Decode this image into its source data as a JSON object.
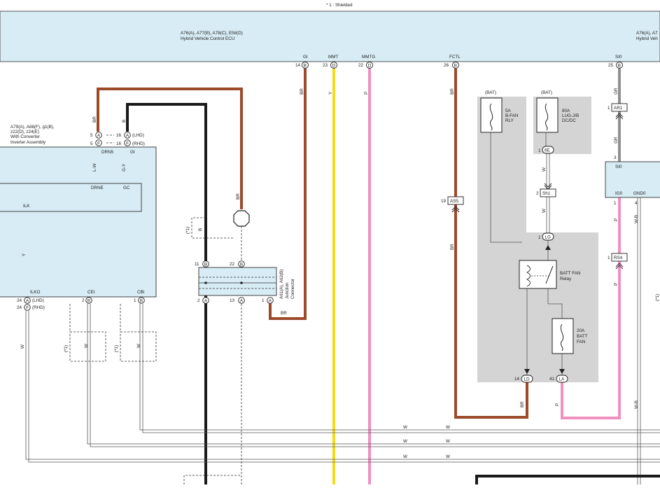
{
  "header": {
    "note": "* 1 : Shielded"
  },
  "ecu": {
    "codes": "A76(A), A77(B), A78(C), E58(D)",
    "name": "Hybrid Vehicle Control ECU",
    "codes_right": "A76(A), A7",
    "name_right": "Hybrid Veh",
    "pins": [
      {
        "label": "GI",
        "num": "14",
        "conn": "B"
      },
      {
        "label": "MMT",
        "num": "23",
        "conn": "D"
      },
      {
        "label": "MMTG",
        "num": "22",
        "conn": "D"
      },
      {
        "label": "FCTL",
        "num": "26",
        "conn": "B"
      },
      {
        "label": "SI0",
        "num": "25",
        "conn": "B"
      }
    ]
  },
  "inverter": {
    "codes": "A79(A), A88(F), g1(B),",
    "codes2": "z22(D), z24(E)",
    "name1": "With Converter",
    "name2": "Inverter Assembly",
    "drn5": "DRN5",
    "gi": "GI",
    "drne": "DRNE",
    "gc": "GC",
    "ilk": "ILK",
    "ilko": "ILKO",
    "cei": "CEI",
    "cbi": "CBI"
  },
  "inverter_pins": {
    "a5": "5",
    "a5c": "A",
    "f5": "5",
    "f5c": "F",
    "a16": "16",
    "a16c": "A",
    "lhd": "(LHD)",
    "f16": "16",
    "f16c": "F",
    "rhd": "(RHD)",
    "b24a": "24",
    "b24ac": "A",
    "b24f": "24",
    "b24fc": "F",
    "cei_num": "2",
    "cei_c": "B",
    "cbi_num": "1",
    "cbi_c": "B"
  },
  "junction": {
    "codes": "A61(A), A62(B)",
    "name1": "Junction",
    "name2": "Connector",
    "p11": "11",
    "p22": "22",
    "p2": "2",
    "p13": "13",
    "p1": "1",
    "cb": "B",
    "ca": "A"
  },
  "relay_area": {
    "bat1": "(BAT)",
    "bat2": "(BAT)",
    "fuse5a_1": "5A",
    "fuse5a_2": "B-FAN",
    "fuse5a_3": "RLY",
    "fuse80a_1": "80A",
    "fuse80a_2": "LUG-J/B",
    "fuse80a_3": "DC/DC",
    "relay1": "BATT FAN",
    "relay2": "Relay",
    "fuse20a_1": "20A",
    "fuse20a_2": "BATT",
    "fuse20a_3": "FAN",
    "c6e_n": "1",
    "c6e": "6E",
    "sh1_n": "2",
    "sh1": "Sh1",
    "lg_n": "1",
    "lg": "LG",
    "ld_n": "14",
    "ld": "LD",
    "la_n": "41",
    "la": "LA",
    "as5_n": "19",
    "as5": "AS5",
    "ar1_n": "1",
    "ar1": "AR1",
    "rs4_n": "1",
    "rs4": "RS4"
  },
  "right_ecu": {
    "si0": "SI0",
    "ig0": "IG0",
    "gnd0": "GND0",
    "p3": "3",
    "p1": "1",
    "p4": "4"
  },
  "wires": {
    "br": "BR",
    "b": "B",
    "y": "Y",
    "p": "P",
    "gr": "GR",
    "w": "W",
    "lw": "L-W",
    "gy": "G-Y",
    "wb": "W-B",
    "shield": "(*1)"
  }
}
